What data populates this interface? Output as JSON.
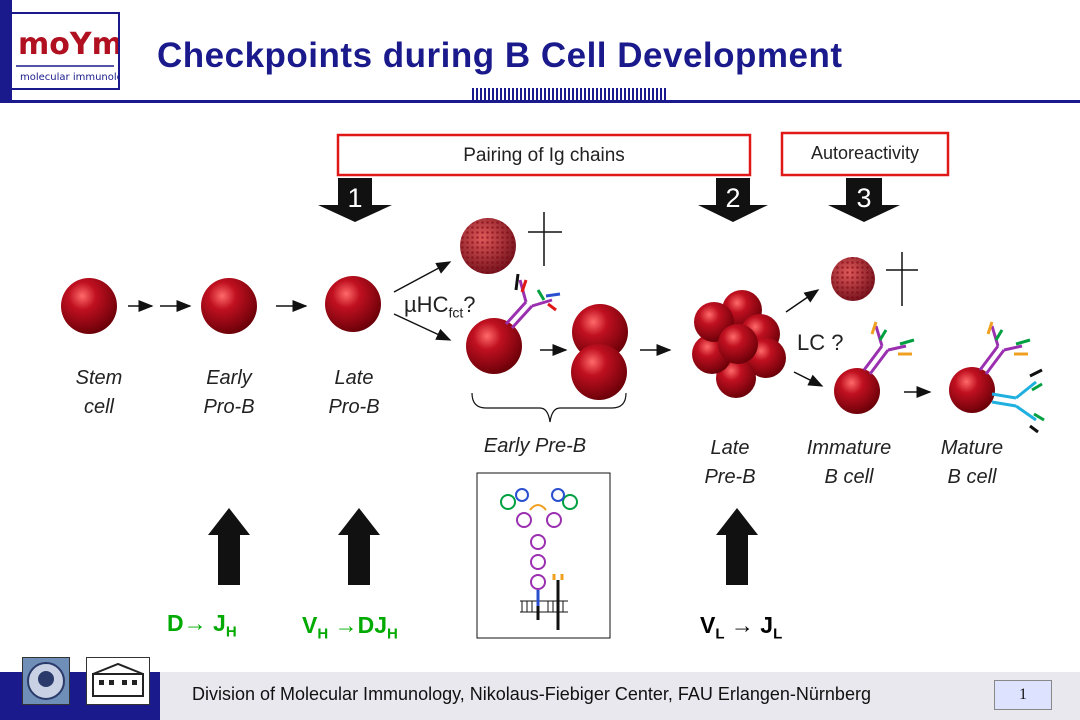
{
  "title": "Checkpoints during B Cell Development",
  "logo": {
    "mark": "moYm",
    "subtitle": "molecular immunology"
  },
  "checkpoint_boxes": {
    "pairing": "Pairing of Ig chains",
    "autoreactivity": "Autoreactivity"
  },
  "checkpoints": [
    "1",
    "2",
    "3"
  ],
  "stages": {
    "stem": "Stem\ncell",
    "early_pro_b": "Early\nPro-B",
    "late_pro_b": "Late\nPro-B",
    "early_pre_b": "Early Pre-B",
    "late_pre_b": "Late\nPre-B",
    "immature_b": "Immature\nB cell",
    "mature_b": "Mature\nB cell"
  },
  "questions": {
    "uhc_main": "µHC",
    "uhc_sub": "fct",
    "uhc_q": "?",
    "lc": "LC ?"
  },
  "rearrangements": {
    "dj": {
      "a": "D",
      "arrow": "→",
      "b": "J",
      "b_sub": "H"
    },
    "vdj": {
      "a": "V",
      "a_sub": "H",
      "arrow": "→",
      "b": "DJ",
      "b_sub": "H"
    },
    "vj": {
      "a": "V",
      "a_sub": "L",
      "arrow": "→",
      "b": "J",
      "b_sub": "L"
    }
  },
  "colors": {
    "brand": "#1a1a8c",
    "cell": "#a0101a",
    "box_border": "#e01818",
    "gene_green": "#00aa00",
    "gene_black": "#000000"
  },
  "footer": {
    "text": "Division of Molecular Immunology, Nikolaus-Fiebiger Center, FAU Erlangen-Nürnberg",
    "page": "1"
  }
}
